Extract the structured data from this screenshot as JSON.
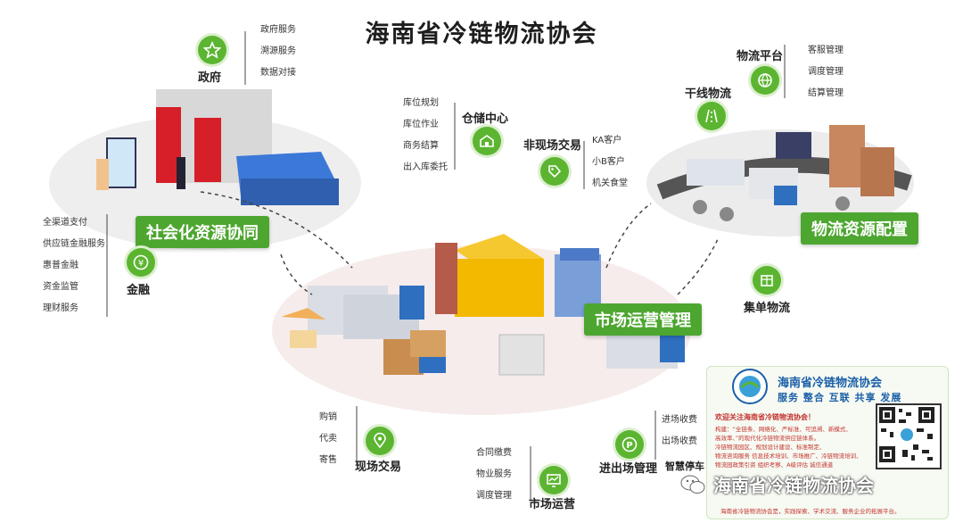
{
  "title": "海南省冷链物流协会",
  "government": {
    "label": "政府",
    "items": [
      "政府服务",
      "溯源服务",
      "数据对接"
    ]
  },
  "social_banner": "社会化资源协同",
  "finance": {
    "label": "金融",
    "items": [
      "全渠道支付",
      "供应链金融服务",
      "惠普金融",
      "资金监管",
      "理财服务"
    ]
  },
  "warehouse": {
    "label": "仓储中心",
    "items": [
      "库位规划",
      "库位作业",
      "商务结算",
      "出入库委托"
    ]
  },
  "offsite": {
    "label": "非现场交易",
    "items": [
      "KA客户",
      "小B客户",
      "机关食堂"
    ]
  },
  "trunk": {
    "label": "干线物流"
  },
  "platform": {
    "label": "物流平台",
    "items": [
      "客服管理",
      "调度管理",
      "结算管理"
    ]
  },
  "resource_banner": "物流资源配置",
  "consolidation": {
    "label": "集单物流"
  },
  "market_banner": "市场运营管理",
  "onsite": {
    "label": "现场交易",
    "items": [
      "购销",
      "代卖",
      "寄售"
    ]
  },
  "operation": {
    "label": "市场运营",
    "items": [
      "合同缴费",
      "物业服务",
      "调度管理"
    ]
  },
  "entry": {
    "label": "进出场管理",
    "items": [
      "进场收费",
      "出场收费"
    ]
  },
  "smart": {
    "label": "智慧停车"
  },
  "card": {
    "title": "海南省冷链物流协会",
    "slogan": "服务 整合 互联 共享 发展",
    "welcome": "欢迎关注海南省冷链物流协会！",
    "lines": [
      "构建：“全链条、网络化、严标准、可追溯、新模式、",
      "高效率、”的现代化冷链物流供应链体系。",
      "冷链物流园区、规划设计建设、标准制定、",
      "物流咨询服务 信息技术培训、市场推广、冷链物流培训、",
      "物流园政策引资 组织考察、A级评估 诚信通道"
    ],
    "footer": "海南省冷链物流协会是，实践探索、学术交流、服务企业的拓展平台。"
  },
  "watermark": "海南省冷链物流协会",
  "colors": {
    "green": "#4da630",
    "accent_blue": "#1a5fa8"
  }
}
